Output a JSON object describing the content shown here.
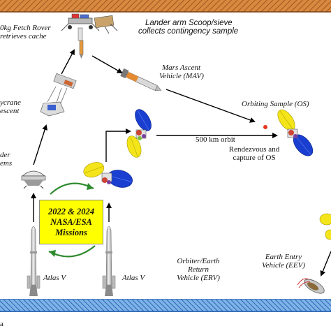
{
  "labels": {
    "fetch_rover_line1": "0kg Fetch Rover",
    "fetch_rover_line2": "retrieves cache",
    "lander_arm_line1": "Lander arm Scoop/sieve",
    "lander_arm_line2": "collects contingency sample",
    "mav_line1": "Mars Ascent",
    "mav_line2": "Vehicle (MAV)",
    "skycrane_line1": "ycrane",
    "skycrane_line2": "escent",
    "lander_systems_line1": "der",
    "lander_systems_line2": "ems",
    "orbiting_sample": "Orbiting Sample (OS)",
    "orbit": "500 km orbit",
    "rendezvous_line1": "Rendezvous and",
    "rendezvous_line2": "capture of OS",
    "missions_line1": "2022 & 2024",
    "missions_line2": "NASA/ESA",
    "missions_line3": "Missions",
    "atlas_left": "Atlas V",
    "atlas_right": "Atlas V",
    "erv_line1": "Orbiter/Earth",
    "erv_line2": "Return",
    "erv_line3": "Vehicle (ERV)",
    "eev_line1": "Earth Entry",
    "eev_line2": "Vehicle (EEV)",
    "bottom_fragment": "a"
  },
  "colors": {
    "mars_surface": "#c87532",
    "earth_surface": "#0a4fa8",
    "solar_yellow": "#f3e51a",
    "solar_blue": "#1a3fd0",
    "missions_box": "#ffff00",
    "arrow_green": "#2e8b2e",
    "orbiting_sample_dot": "#e8341c"
  },
  "icons": [
    "fetch-rover-icon",
    "lander-icon",
    "mav-icon",
    "skycrane-icon",
    "lander-capsule-icon",
    "orbiter-icon",
    "rocket-icon",
    "eev-icon"
  ]
}
